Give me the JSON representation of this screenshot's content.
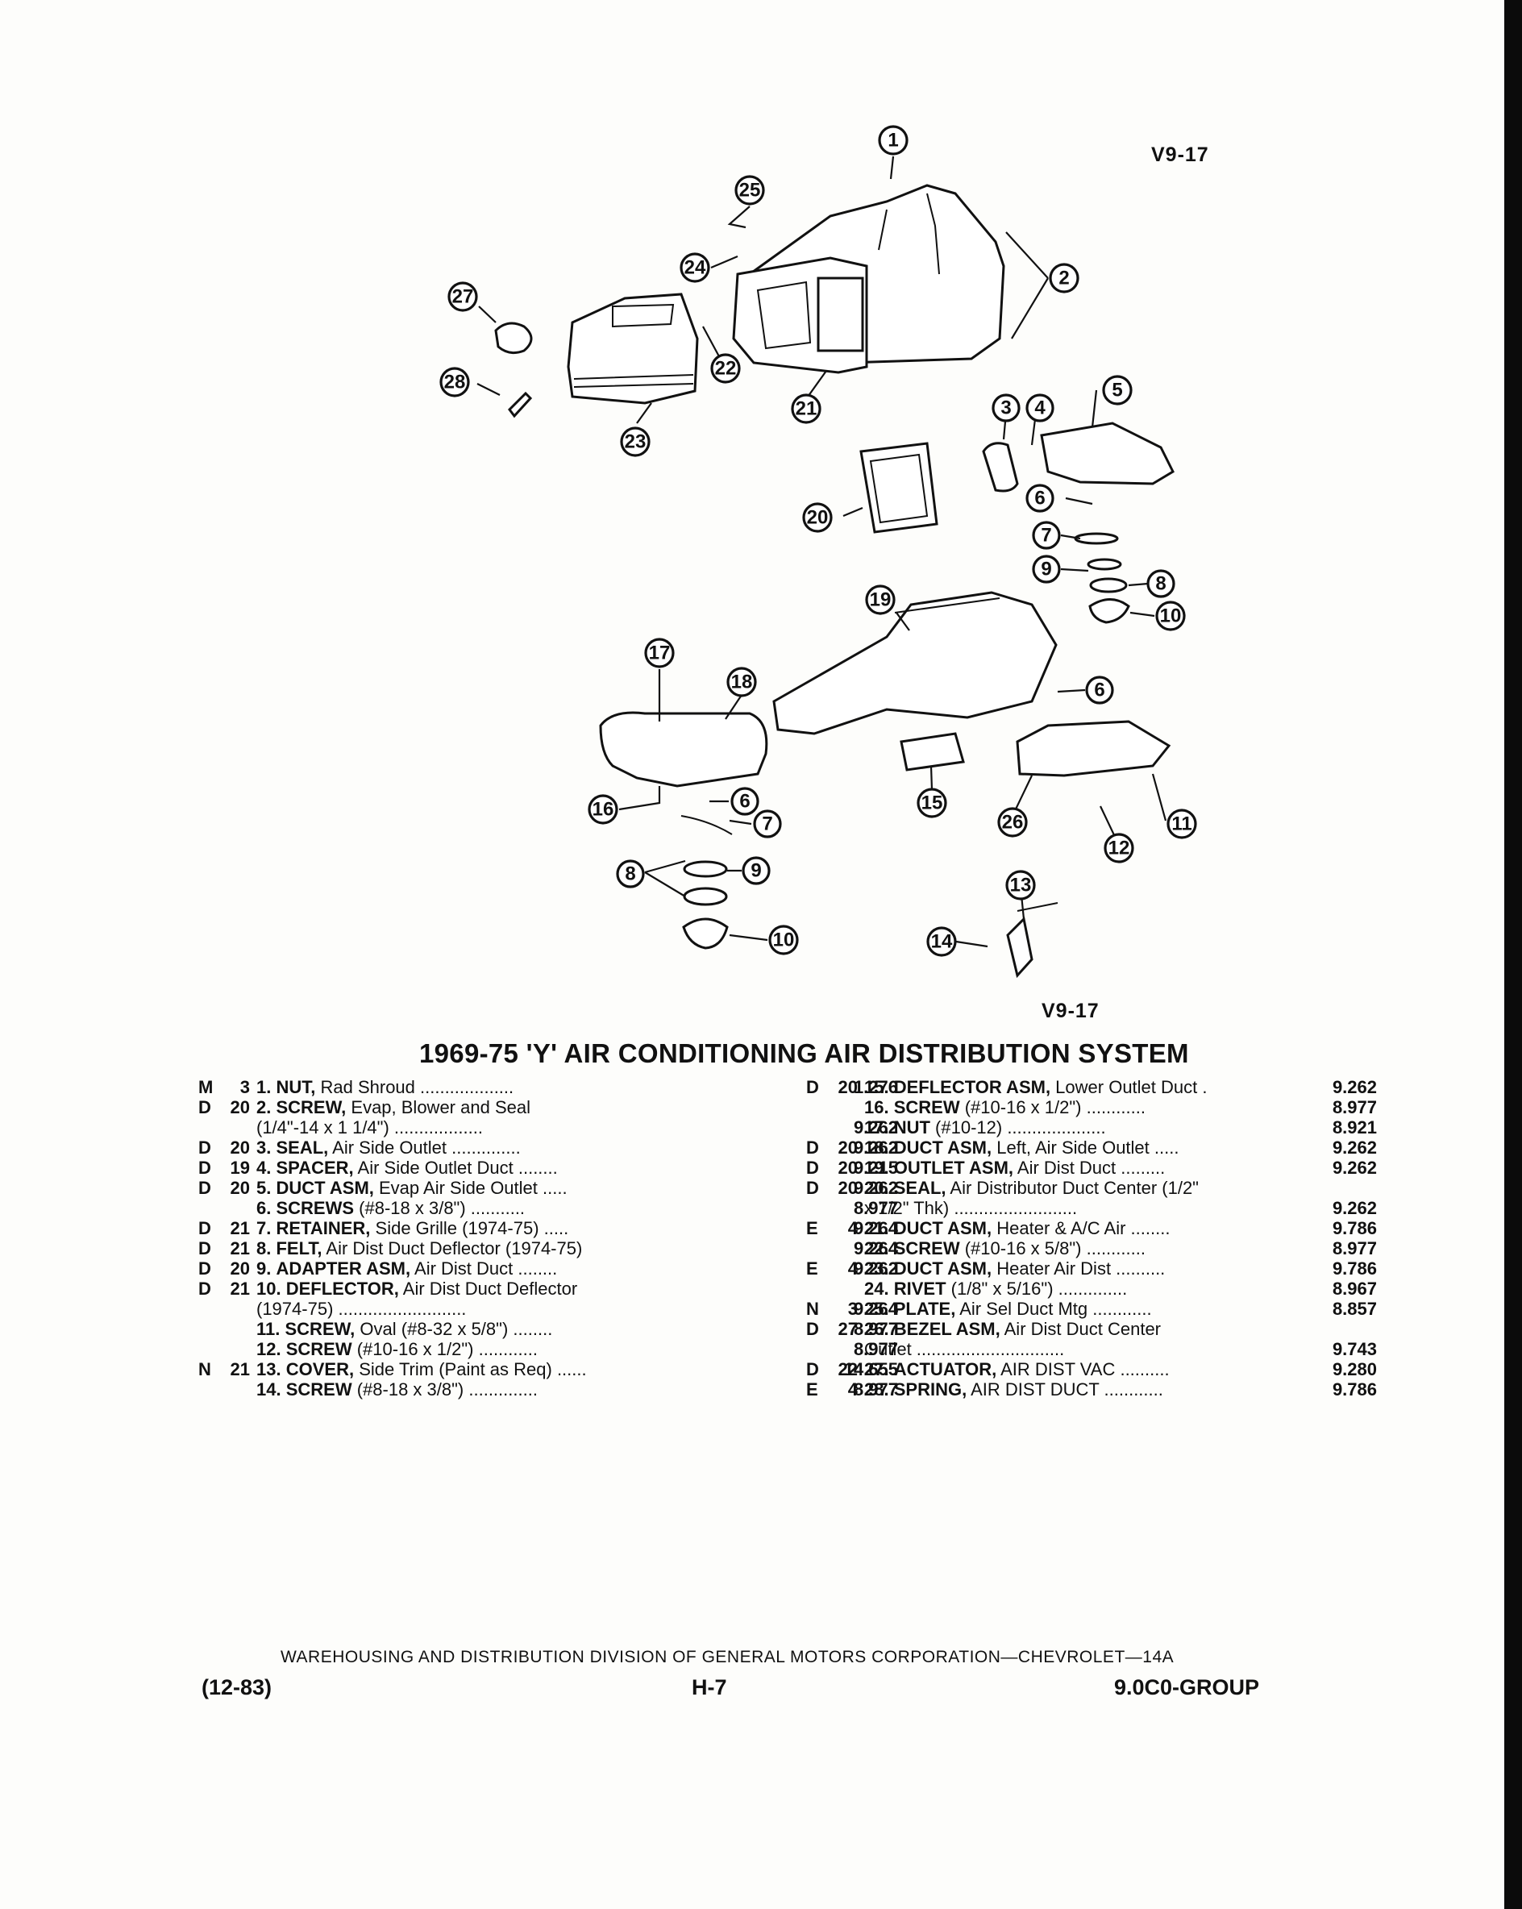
{
  "page": {
    "diagram_code_top": "V9-17",
    "diagram_code_bottom": "V9-17",
    "title": "1969-75 'Y' AIR CONDITIONING AIR DISTRIBUTION SYSTEM"
  },
  "callouts": [
    "1",
    "2",
    "25",
    "24",
    "27",
    "22",
    "28",
    "21",
    "23",
    "3",
    "4",
    "5",
    "6",
    "20",
    "7",
    "9",
    "8",
    "10",
    "19",
    "17",
    "18",
    "6",
    "16",
    "6",
    "7",
    "15",
    "26",
    "11",
    "12",
    "8",
    "9",
    "10",
    "13",
    "14"
  ],
  "parts_left": [
    {
      "letter": "M",
      "num": "3",
      "item": "1.",
      "name": "NUT,",
      "desc": " Rad Shroud ...................",
      "value": "1.276"
    },
    {
      "letter": "D",
      "num": "20",
      "item": "2.",
      "name": "SCREW,",
      "desc": " Evap, Blower and Seal",
      "value": ""
    },
    {
      "letter": "",
      "num": "",
      "item": "",
      "name": "",
      "desc": "(1/4\"-14 x 1 1/4\") ..................",
      "value": "9.262"
    },
    {
      "letter": "D",
      "num": "20",
      "item": "3.",
      "name": "SEAL,",
      "desc": " Air Side Outlet ..............",
      "value": "9.262"
    },
    {
      "letter": "D",
      "num": "19",
      "item": "4.",
      "name": "SPACER,",
      "desc": " Air Side Outlet Duct ........",
      "value": "9.215"
    },
    {
      "letter": "D",
      "num": "20",
      "item": "5.",
      "name": "DUCT ASM,",
      "desc": " Evap Air Side Outlet .....",
      "value": "9.262"
    },
    {
      "letter": "",
      "num": "",
      "item": "6.",
      "name": "SCREWS",
      "desc": " (#8-18 x 3/8\") ...........",
      "value": "8.977"
    },
    {
      "letter": "D",
      "num": "21",
      "item": "7.",
      "name": "RETAINER,",
      "desc": " Side Grille (1974-75) .....",
      "value": "9.264"
    },
    {
      "letter": "D",
      "num": "21",
      "item": "8.",
      "name": "FELT,",
      "desc": " Air Dist Duct Deflector (1974-75)",
      "value": "9.264"
    },
    {
      "letter": "D",
      "num": "20",
      "item": "9.",
      "name": "ADAPTER ASM,",
      "desc": " Air Dist Duct ........",
      "value": "9.262"
    },
    {
      "letter": "D",
      "num": "21",
      "item": "10.",
      "name": "DEFLECTOR,",
      "desc": " Air Dist Duct Deflector",
      "value": ""
    },
    {
      "letter": "",
      "num": "",
      "item": "",
      "name": "",
      "desc": "(1974-75) ..........................",
      "value": "9.264"
    },
    {
      "letter": "",
      "num": "",
      "item": "11.",
      "name": "SCREW,",
      "desc": " Oval (#8-32 x 5/8\") ........",
      "value": "8.977"
    },
    {
      "letter": "",
      "num": "",
      "item": "12.",
      "name": "SCREW",
      "desc": " (#10-16 x 1/2\") ............",
      "value": "8.977"
    },
    {
      "letter": "N",
      "num": "21",
      "item": "13.",
      "name": "COVER,",
      "desc": " Side Trim (Paint as Req) ......",
      "value": "14.655"
    },
    {
      "letter": "",
      "num": "",
      "item": "14.",
      "name": "SCREW",
      "desc": " (#8-18 x 3/8\") ..............",
      "value": "8.977"
    }
  ],
  "parts_right": [
    {
      "letter": "D",
      "num": "20",
      "item": "15.",
      "name": "DEFLECTOR ASM,",
      "desc": " Lower Outlet Duct .",
      "value": "9.262"
    },
    {
      "letter": "",
      "num": "",
      "item": "16.",
      "name": "SCREW",
      "desc": " (#10-16 x 1/2\") ............",
      "value": "8.977"
    },
    {
      "letter": "",
      "num": "",
      "item": "17.",
      "name": "NUT",
      "desc": " (#10-12) ....................",
      "value": "8.921"
    },
    {
      "letter": "D",
      "num": "20",
      "item": "18.",
      "name": "DUCT ASM,",
      "desc": " Left, Air Side Outlet .....",
      "value": "9.262"
    },
    {
      "letter": "D",
      "num": "20",
      "item": "19.",
      "name": "OUTLET ASM,",
      "desc": " Air Dist Duct .........",
      "value": "9.262"
    },
    {
      "letter": "D",
      "num": "20",
      "item": "20.",
      "name": "SEAL,",
      "desc": " Air Distributor Duct Center (1/2\"",
      "value": ""
    },
    {
      "letter": "",
      "num": "",
      "item": "",
      "name": "",
      "desc": "x 1/2\" Thk) .........................",
      "value": "9.262"
    },
    {
      "letter": "E",
      "num": "4",
      "item": "21.",
      "name": "DUCT ASM,",
      "desc": " Heater & A/C Air ........",
      "value": "9.786"
    },
    {
      "letter": "",
      "num": "",
      "item": "22.",
      "name": "SCREW",
      "desc": " (#10-16 x 5/8\") ............",
      "value": "8.977"
    },
    {
      "letter": "E",
      "num": "4",
      "item": "23.",
      "name": "DUCT ASM,",
      "desc": " Heater Air Dist ..........",
      "value": "9.786"
    },
    {
      "letter": "",
      "num": "",
      "item": "24.",
      "name": "RIVET",
      "desc": " (1/8\" x 5/16\") ..............",
      "value": "8.967"
    },
    {
      "letter": "N",
      "num": "3",
      "item": "25.",
      "name": "PLATE,",
      "desc": " Air Sel Duct Mtg ............",
      "value": "8.857"
    },
    {
      "letter": "D",
      "num": "27",
      "item": "26.",
      "name": "BEZEL ASM,",
      "desc": " Air Dist Duct Center",
      "value": ""
    },
    {
      "letter": "",
      "num": "",
      "item": "",
      "name": "",
      "desc": "Outlet ..............................",
      "value": "9.743"
    },
    {
      "letter": "D",
      "num": "22",
      "item": "27.",
      "name": "ACTUATOR,",
      "desc": " AIR DIST VAC ..........",
      "value": "9.280"
    },
    {
      "letter": "E",
      "num": "4",
      "item": "28.",
      "name": "SPRING,",
      "desc": " AIR DIST DUCT ............",
      "value": "9.786"
    }
  ],
  "footer": {
    "division": "WAREHOUSING AND DISTRIBUTION DIVISION OF GENERAL MOTORS CORPORATION—CHEVROLET—14A",
    "date": "(12-83)",
    "page": "H-7",
    "group": "9.0C0-GROUP"
  }
}
